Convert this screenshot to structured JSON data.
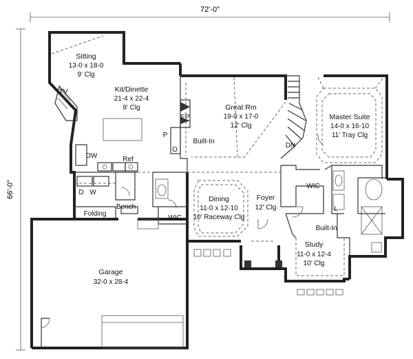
{
  "overall": {
    "width": "72'-0\"",
    "depth": "66'-0\""
  },
  "rooms": {
    "sitting": {
      "name": "Sitting",
      "size": "13-0 x 18-0",
      "ceiling": "9' Clg"
    },
    "kitchen": {
      "name": "Kit/Dinette",
      "size": "21-4 x 22-4",
      "ceiling": "9' Clg"
    },
    "great": {
      "name": "Great Rm",
      "size": "19-0 x 17-0",
      "ceiling": "12' Clg"
    },
    "master": {
      "name": "Master Suite",
      "size": "14-0 x 16-10",
      "ceiling": "11' Tray Clg"
    },
    "dining": {
      "name": "Dining",
      "size": "11-0 x 12-10",
      "ceiling": "10' Raceway Clg"
    },
    "foyer": {
      "name": "Foyer",
      "ceiling": "12' Clg"
    },
    "study": {
      "name": "Study",
      "size": "11-0 x 12-4",
      "ceiling": "10' Clg"
    },
    "garage": {
      "name": "Garage",
      "size": "32-0 x 28-4"
    }
  },
  "labels": {
    "tv": "TV",
    "dw": "DW",
    "ref": "Ref",
    "fp": "FP",
    "p": "P",
    "o": "O",
    "builtin_great": "Built-In",
    "dn": "DN",
    "wic_master": "WIC",
    "wic_dining": "WIC",
    "d": "D",
    "w": "W",
    "bench": "Bench",
    "folding": "Folding",
    "builtin_study": "Built-In",
    "l": "L"
  }
}
